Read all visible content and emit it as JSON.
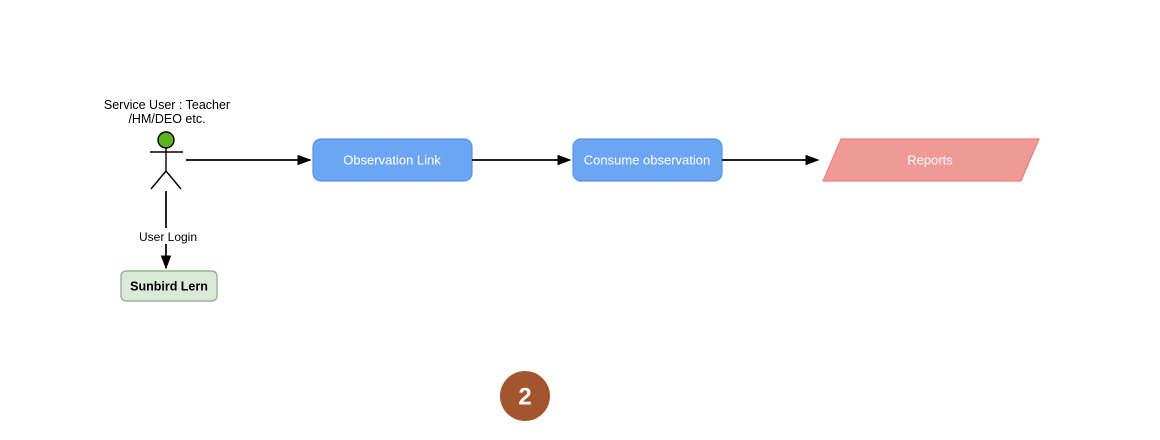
{
  "colors": {
    "background": "#ffffff",
    "process_fill": "#6CA5F2",
    "process_border": "#5695E5",
    "reports_fill": "#F09A96",
    "reports_border": "#E9827D",
    "sunbird_fill": "#DBEAD8",
    "sunbird_border": "#96B491",
    "actor_head_fill": "#5AB41E",
    "badge_fill": "#A5552D",
    "edge_color": "#000000",
    "node_text": "#ffffff",
    "label_text": "#000000"
  },
  "actor": {
    "label_line1": "Service User : Teacher",
    "label_line2": "/HM/DEO etc."
  },
  "nodes": {
    "observation_link": "Observation Link",
    "consume_observation": "Consume observation",
    "reports": "Reports",
    "sunbird_lern": "Sunbird Lern"
  },
  "edges": {
    "user_login": "User Login"
  },
  "badge": {
    "number": "2"
  }
}
